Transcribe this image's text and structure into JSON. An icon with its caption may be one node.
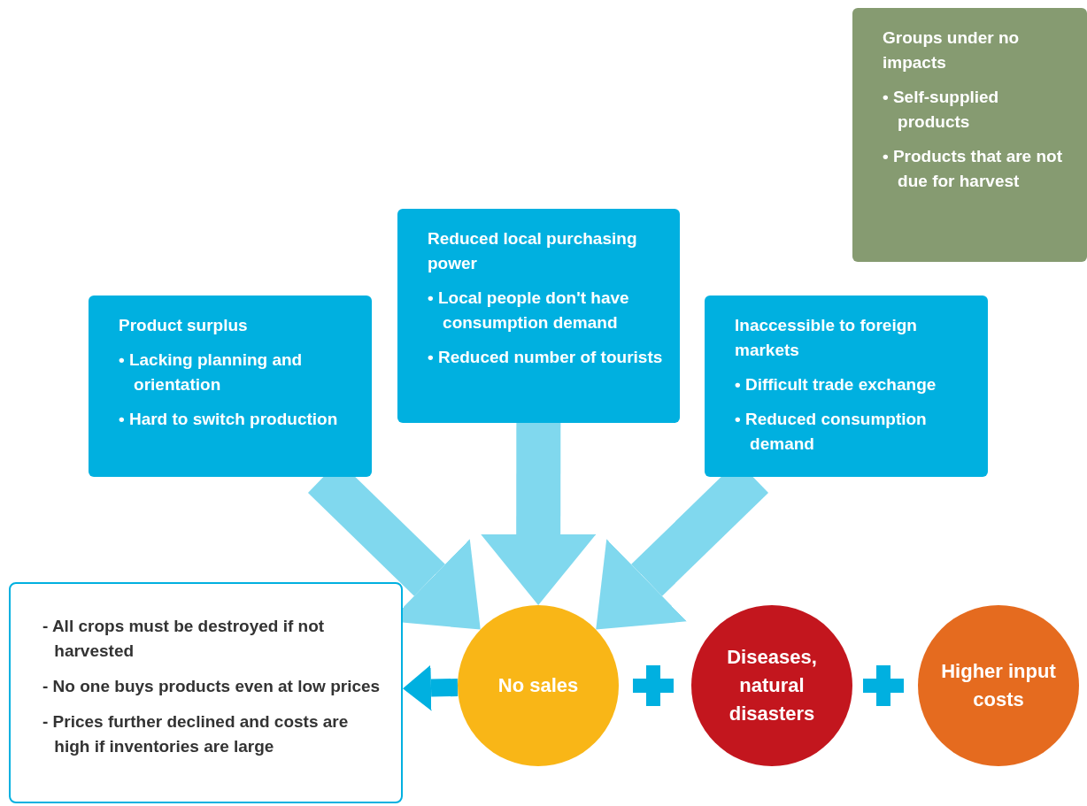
{
  "diagram": {
    "nodes": [
      {
        "text": [
          "Product surplus",
          "• Lacking planning and orientation",
          "• Hard to switch production"
        ]
      },
      {
        "text": [
          "Reduced local purchasing power",
          "• Local people don't have consumption demand",
          "• Reduced number of tourists"
        ]
      },
      {
        "text": [
          "Inaccessible to foreign markets",
          "• Difficult trade exchange",
          "• Reduced consumption demand"
        ]
      },
      {
        "text": [
          "Groups under no impacts",
          "• Self-supplied products",
          "• Products that are not due for harvest"
        ]
      },
      {
        "text": [
          "No sales"
        ]
      },
      {
        "text": [
          "Diseases, natural disasters"
        ]
      },
      {
        "text": [
          "Higher input costs"
        ]
      },
      {
        "text": [
          "- All crops must be destroyed if not harvested",
          "- No one buys products even at low prices",
          "- Prices further declined and costs are high if inventories are large"
        ]
      }
    ],
    "edges": [
      {
        "from": 0,
        "to": 4,
        "arrow": "to"
      },
      {
        "from": 1,
        "to": 4,
        "arrow": "to"
      },
      {
        "from": 2,
        "to": 4,
        "arrow": "to"
      },
      {
        "from": 4,
        "to": 7,
        "arrow": "to",
        "color": "#00b0e0"
      }
    ]
  }
}
